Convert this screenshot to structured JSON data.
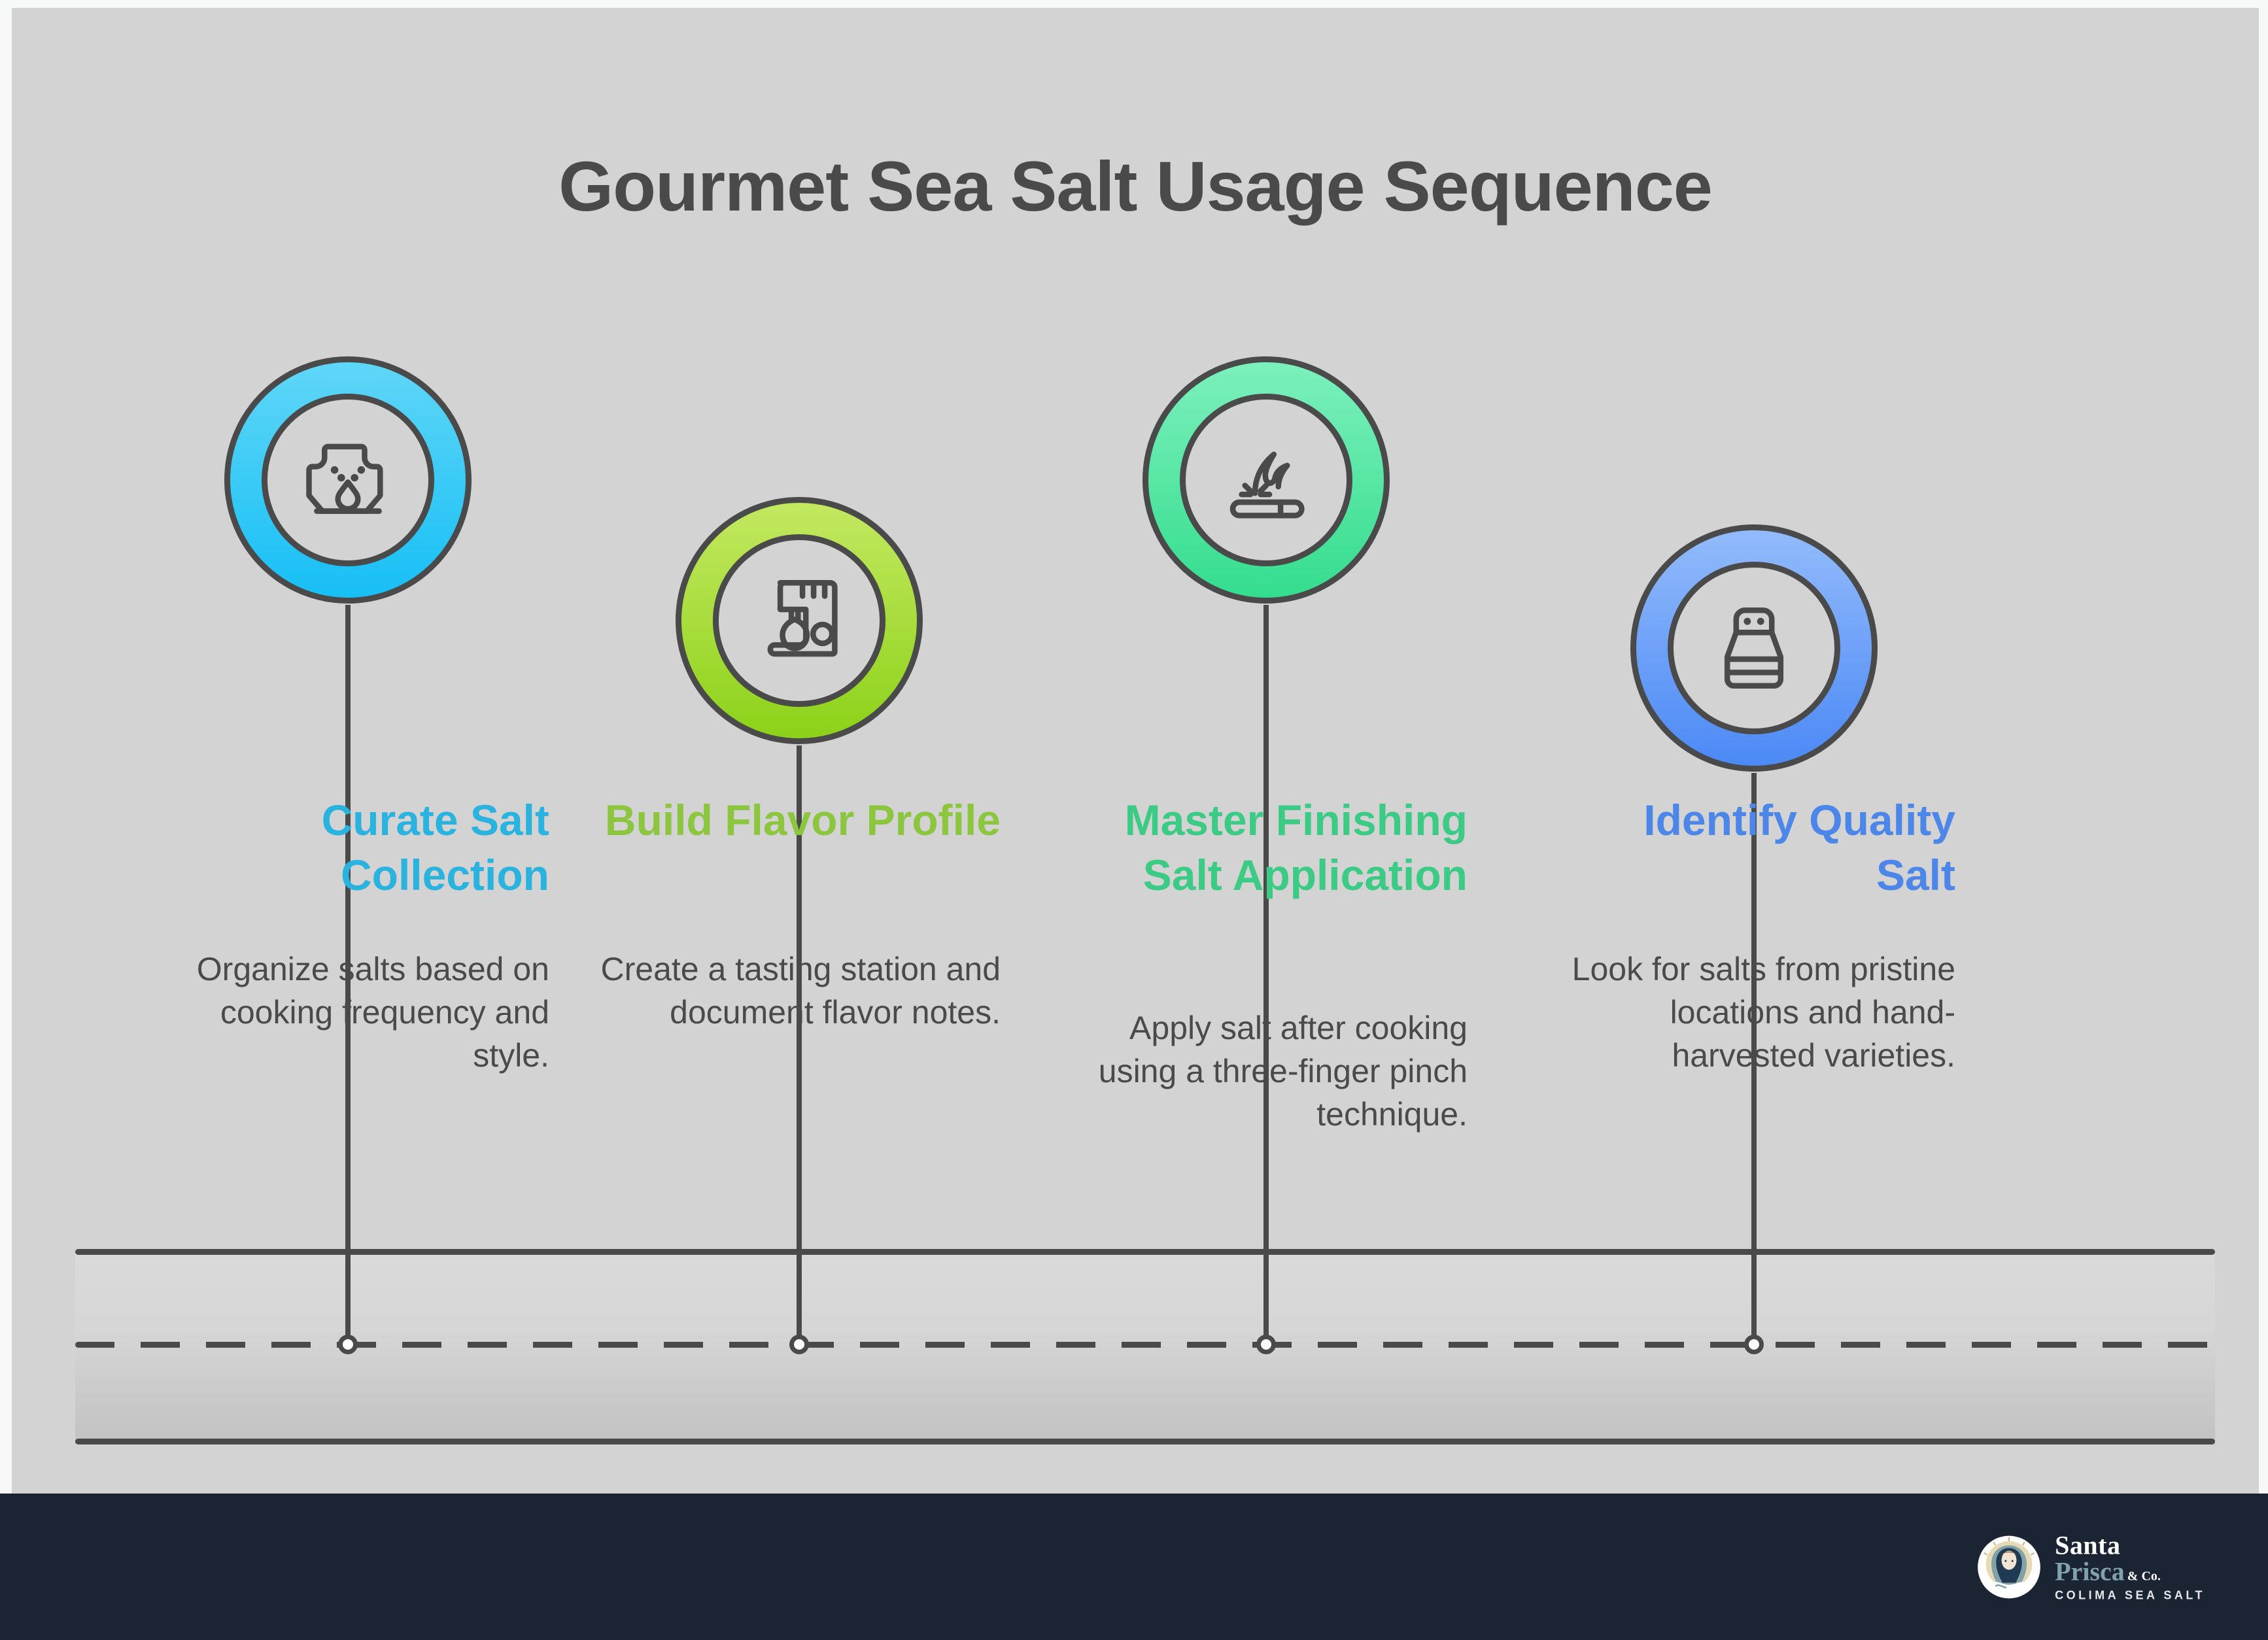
{
  "title": "Gourmet Sea Salt Usage Sequence",
  "theme": {
    "background": "#D3D3D3",
    "page_background": "#F7F8F8",
    "text": "#4A4A4A",
    "line": "#4A4A4A",
    "footer_background": "#1B2432",
    "road_top": "#DADADA",
    "road_bottom": "#C2C2C2"
  },
  "steps": [
    {
      "heading": "Curate Salt Collection",
      "body": "Organize salts based on cooking frequency and style.",
      "color": "#2BB3E0",
      "ring_from": "#5FD6F7",
      "ring_to": "#17BFF5",
      "icon": "salt-pond-icon"
    },
    {
      "heading": "Build Flavor Profile",
      "body": "Create a tasting station and document flavor notes.",
      "color": "#8CC63F",
      "ring_from": "#C3E860",
      "ring_to": "#8CD219",
      "icon": "stand-mixer-icon"
    },
    {
      "heading": "Master Finishing Salt Application",
      "body": "Apply salt after cooking using a three-finger pinch technique.",
      "color": "#3BCB85",
      "ring_from": "#7CF0BC",
      "ring_to": "#34DD8E",
      "icon": "sizzling-griddle-icon"
    },
    {
      "heading": "Identify Quality Salt",
      "body": "Look for salts from pristine locations and hand-harvested varieties.",
      "color": "#4C86E8",
      "ring_from": "#92BBFB",
      "ring_to": "#4B89F5",
      "icon": "salt-shaker-icon"
    }
  ],
  "footer": {
    "brand_line1": "Santa",
    "brand_line2": "Prisca",
    "brand_suffix": "& Co.",
    "tagline": "COLIMA SEA SALT"
  }
}
